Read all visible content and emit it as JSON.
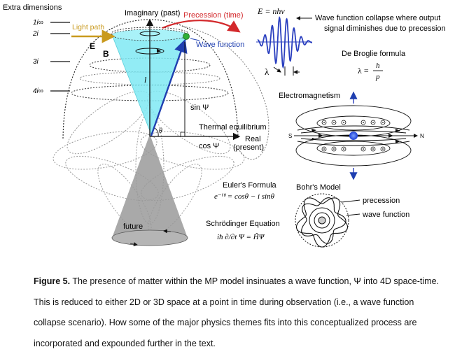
{
  "diagram": {
    "extra_dimensions": "Extra dimensions",
    "dimension_labels": [
      "1i∞",
      "2i",
      "3i",
      "4i∞"
    ],
    "light_path": "Light path",
    "imaginary_axis": "Imaginary (past)",
    "precession": "Precession (time)",
    "wave_function": "Wave function",
    "label_E": "E",
    "label_B": "B",
    "label_l": "l",
    "sin_psi": "sin Ψ",
    "theta": "θ",
    "thermal_equilibrium": "Thermal equilibrium",
    "real_axis_1": "Real",
    "real_axis_2": "(present)",
    "cos_psi": "cos Ψ",
    "future": "future",
    "euler_title": "Euler's Formula",
    "euler_eq": "e⁻ⁱᶿ = cosθ − i sinθ",
    "schrodinger_title": "Schrödinger Equation",
    "schrodinger_eq": "iħ ∂/∂t Ψ = ĤΨ",
    "energy_eq": "E = nhv",
    "collapse_1": "Wave function collapse where output",
    "collapse_2": "signal diminishes due to precession",
    "lambda": "λ",
    "de_broglie_title": "De Broglie formula",
    "de_broglie_lhs": "λ =",
    "de_broglie_num": "h",
    "de_broglie_den": "p",
    "em_title": "Electromagnetism",
    "pole_s": "S",
    "pole_n": "N",
    "bohr_title": "Bohr's Model",
    "bohr_precession": "precession",
    "bohr_wave": "wave function"
  },
  "caption": {
    "label": "Figure 5.",
    "lines": [
      " The presence of matter within the MP model insinuates a wave function, Ψ into 4D space-time.",
      "This is reduced to either 2D or 3D space at a point in time during observation (i.e., a wave function",
      "collapse scenario). How some of the major physics themes fits into this conceptualized process are",
      "incorporated and expounded further in the text."
    ]
  },
  "colors": {
    "cyan_cone": "#7fe9f3",
    "blue_vector": "#1f3fb0",
    "wave_blue": "#2a3fbf",
    "red_arrow": "#d3282b",
    "light_path": "#c99a1e",
    "future_cone": "#9a9a9a"
  }
}
